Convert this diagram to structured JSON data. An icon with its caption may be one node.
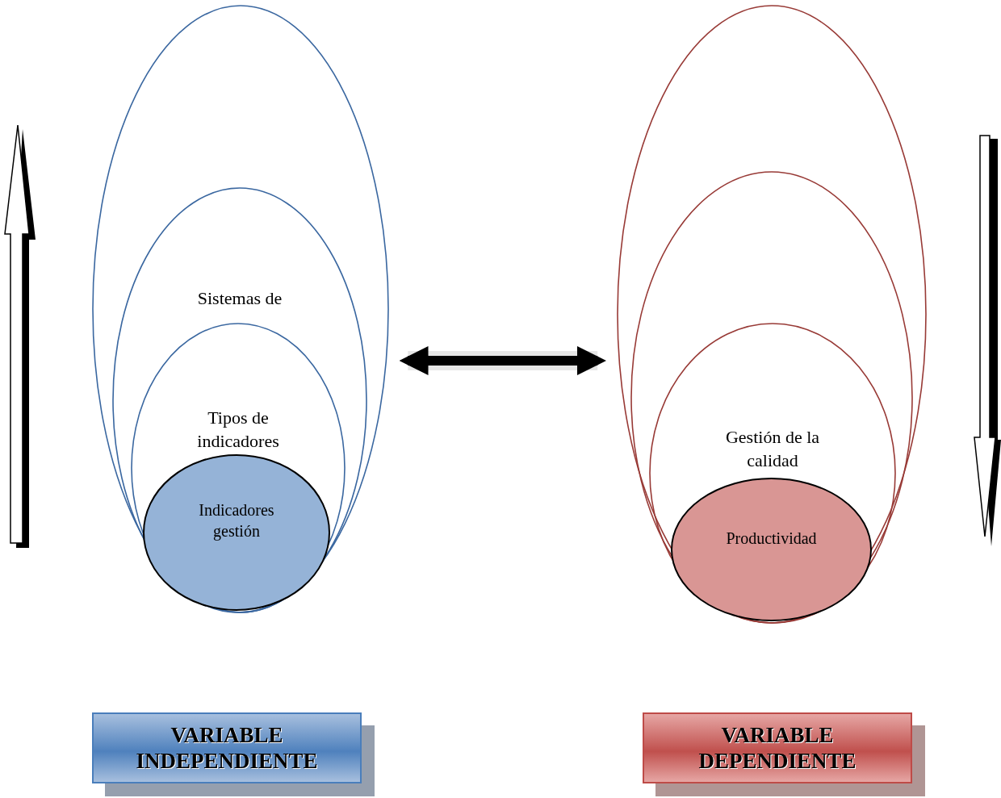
{
  "diagram": {
    "nodes": [
      {
        "text": [],
        "shape": "circle"
      },
      {
        "text": [
          "Sistemas de"
        ],
        "in": 0
      },
      {
        "text": [
          "Tipos de indicadores"
        ],
        "in": 1
      },
      {
        "text": [
          "Indicadores gestión"
        ],
        "in": 2
      },
      {
        "text": [],
        "shape": "circle"
      },
      {
        "text": [],
        "shape": "circle",
        "in": 4
      },
      {
        "text": [
          "Gestión de la calidad"
        ],
        "in": 5
      },
      {
        "text": [
          "Productividad"
        ],
        "in": 6
      },
      {
        "text": [
          "VARIABLE INDEPENDIENTE"
        ]
      },
      {
        "text": [
          "VARIABLE DEPENDIENTE"
        ]
      }
    ],
    "edges": [
      {
        "from": 0,
        "to": 4,
        "arrow": "both"
      }
    ]
  }
}
